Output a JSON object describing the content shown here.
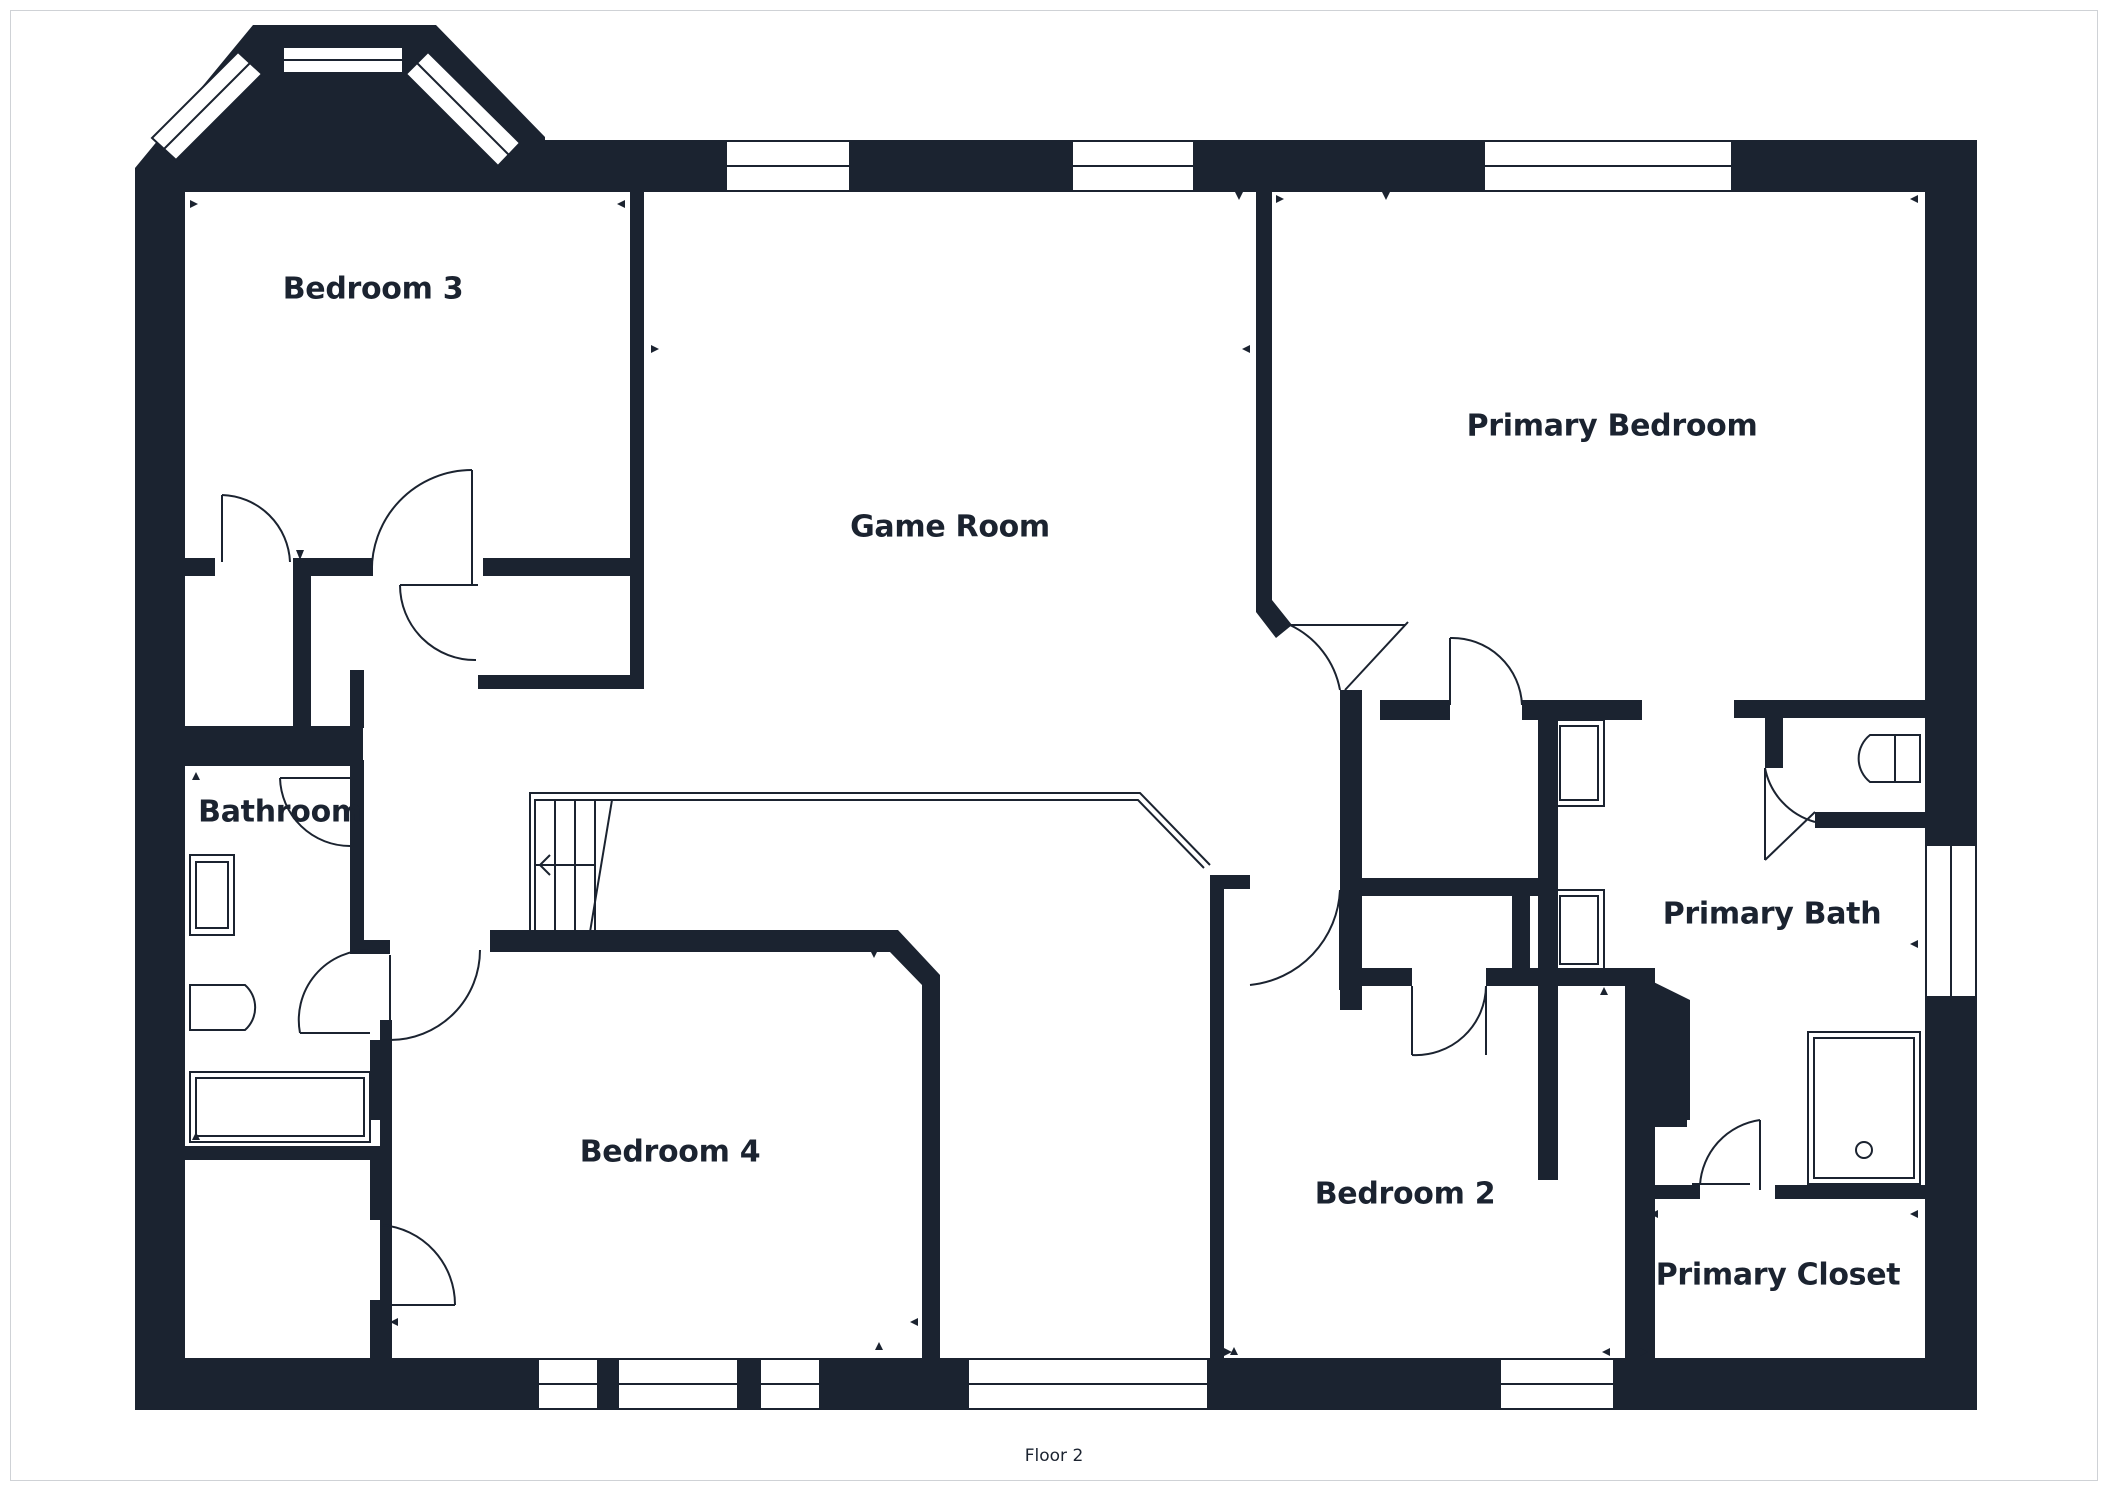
{
  "floor": {
    "label": "Floor 2"
  },
  "rooms": {
    "bedroom_3": "Bedroom 3",
    "game_room": "Game Room",
    "primary_bedroom": "Primary Bedroom",
    "bathroom": "Bathroom",
    "primary_bath": "Primary Bath",
    "bedroom_4": "Bedroom 4",
    "bedroom_2": "Bedroom 2",
    "primary_closet": "Primary Closet"
  },
  "colors": {
    "wall": "#1b2330",
    "background": "#ffffff",
    "line": "#1b2330"
  }
}
